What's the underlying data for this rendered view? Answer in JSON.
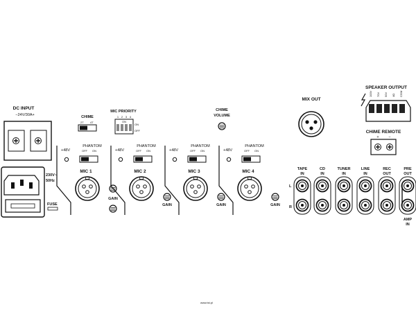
{
  "dc_input": {
    "title": "DC INPUT",
    "rating": "−24V/30A+"
  },
  "mains": {
    "voltage": "230V~",
    "frequency": "50Hz",
    "fuse": "FUSE"
  },
  "chime": {
    "title": "CHIME",
    "left": "2T",
    "right": "4T"
  },
  "mic_priority": {
    "title": "MIC PRIORITY",
    "numbers": [
      "1",
      "2",
      "3",
      "4"
    ],
    "on": "ON",
    "off": "OFF",
    "switch_on": "ON"
  },
  "chime_volume": {
    "line1": "CHIME",
    "line2": "VOLUME"
  },
  "mix_out": "MIX OUT",
  "speaker_output": {
    "title": "SPEAKER OUTPUT",
    "terminals": [
      "100V",
      "70V",
      "50V",
      "4Ω",
      "COM"
    ]
  },
  "chime_remote": {
    "title": "CHIME REMOTE",
    "plus": "+",
    "minus": "−"
  },
  "phantom": {
    "title": "PHANTOM",
    "v48": "+48V",
    "off": "OFF",
    "on": "ON"
  },
  "gain": "GAIN",
  "mics": [
    "MIC 1",
    "MIC 2",
    "MIC 3",
    "MIC 4"
  ],
  "inputs": [
    {
      "line1": "TAPE",
      "line2": "IN"
    },
    {
      "line1": "CD",
      "line2": "IN"
    },
    {
      "line1": "TUNER",
      "line2": "IN"
    },
    {
      "line1": "LINE",
      "line2": "IN"
    },
    {
      "line1": "REC",
      "line2": "OUT"
    }
  ],
  "pre_out": {
    "line1": "PRE",
    "line2": "OUT"
  },
  "amp_in": {
    "line1": "AMP",
    "line2": "IN"
  },
  "channel_labels": {
    "left": "L",
    "right": "R"
  },
  "watermark": "www.tst.pl"
}
